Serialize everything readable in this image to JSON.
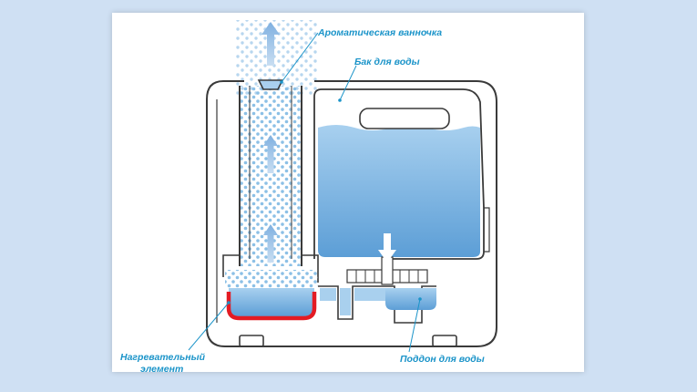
{
  "labels": {
    "aroma_tray": "Ароматическая ванночка",
    "water_tank": "Бак для воды",
    "heating_element_line1": "Нагревательный",
    "heating_element_line2": "элемент",
    "water_tray": "Поддон для воды"
  },
  "colors": {
    "background": "#cfe0f3",
    "panel": "#ffffff",
    "outline": "#3a3a3a",
    "water": "#6aaad9",
    "water_light": "#a9d0ee",
    "steam_dots": "#8cc0e6",
    "arrow": "#8fb8e0",
    "heater": "#e31b23",
    "label": "#1b94c9"
  },
  "icons": [
    "up-arrow-icon",
    "down-arrow-icon"
  ]
}
